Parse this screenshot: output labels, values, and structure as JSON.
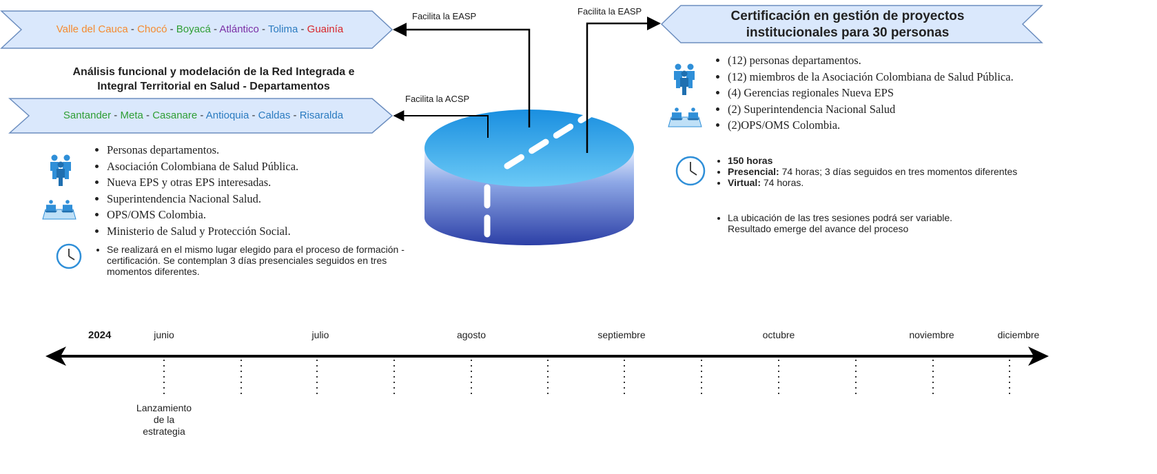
{
  "left_banner_top": {
    "parts": [
      {
        "text": "Valle del Cauca",
        "color": "#f58a2f"
      },
      {
        "text": " - ",
        "color": "#333333"
      },
      {
        "text": "Chocó",
        "color": "#f58a2f"
      },
      {
        "text": " - ",
        "color": "#333333"
      },
      {
        "text": "Boyacá",
        "color": "#2e9e34"
      },
      {
        "text": " - ",
        "color": "#333333"
      },
      {
        "text": "Atlántico",
        "color": "#7b2fa6"
      },
      {
        "text": " - ",
        "color": "#333333"
      },
      {
        "text": "Tolima",
        "color": "#2b7bc0"
      },
      {
        "text": " - ",
        "color": "#333333"
      },
      {
        "text": "Guainía",
        "color": "#d8262b"
      }
    ]
  },
  "left_banner_bottom": {
    "parts": [
      {
        "text": "Santander",
        "color": "#2e9e34"
      },
      {
        "text": " - ",
        "color": "#333333"
      },
      {
        "text": "Meta",
        "color": "#2e9e34"
      },
      {
        "text": " - ",
        "color": "#333333"
      },
      {
        "text": "Casanare",
        "color": "#2e9e34"
      },
      {
        "text": " - ",
        "color": "#333333"
      },
      {
        "text": "Antioquia",
        "color": "#2b7bc0"
      },
      {
        "text": " - ",
        "color": "#333333"
      },
      {
        "text": "Caldas",
        "color": "#2b7bc0"
      },
      {
        "text": " - ",
        "color": "#333333"
      },
      {
        "text": "Risaralda",
        "color": "#2b7bc0"
      }
    ]
  },
  "left_heading": {
    "line1": "Análisis funcional y modelación de la Red Integrada e",
    "line2": "Integral Territorial en Salud - Departamentos"
  },
  "left_list": [
    "Personas departamentos.",
    "Asociación Colombiana de Salud Pública.",
    "Nueva EPS y otras EPS interesadas.",
    "Superintendencia Nacional Salud.",
    "OPS/OMS Colombia.",
    "Ministerio de Salud y Protección Social."
  ],
  "left_note": "Se realizará en el mismo lugar elegido para el proceso de formación - certificación. Se contemplan 3 días presenciales seguidos en tres momentos diferentes.",
  "arrows": {
    "facilita_easp_left": "Facilita la EASP",
    "facilita_acsp": "Facilita la ACSP",
    "facilita_easp_right": "Facilita la EASP"
  },
  "right_banner": {
    "line1": "Certificación en gestión de proyectos",
    "line2": "institucionales para 30 personas"
  },
  "right_list": [
    "(12) personas departamentos.",
    "(12) miembros de la Asociación Colombiana de Salud Pública.",
    "(4) Gerencias regionales Nueva EPS",
    "(2) Superintendencia Nacional Salud",
    "(2)OPS/OMS Colombia."
  ],
  "right_hours": {
    "total": "150 horas",
    "presencial_label": "Presencial:",
    "presencial_text": " 74 horas; 3 días seguidos en tres momentos diferentes",
    "virtual_label": "Virtual:",
    "virtual_text": " 74 horas."
  },
  "right_note": {
    "line1": "La ubicación de las tres sesiones podrá ser variable.",
    "line2": "Resultado emerge del avance del proceso"
  },
  "timeline": {
    "year": "2024",
    "months": [
      "junio",
      "julio",
      "agosto",
      "septiembre",
      "octubre",
      "noviembre",
      "diciembre"
    ],
    "milestone": {
      "line1": "Lanzamiento",
      "line2": "de la",
      "line3": "estrategia"
    }
  },
  "icons": {
    "people": "people-group-icon",
    "laptops": "networked-computers-icon",
    "clock": "clock-icon"
  },
  "colors": {
    "banner_fill": "#dae8fc",
    "banner_stroke": "#6c8ebf",
    "cylinder_top": "#38a4ee",
    "cylinder_body": "#2c3fa6",
    "icon_blue": "#2f8fd8"
  }
}
